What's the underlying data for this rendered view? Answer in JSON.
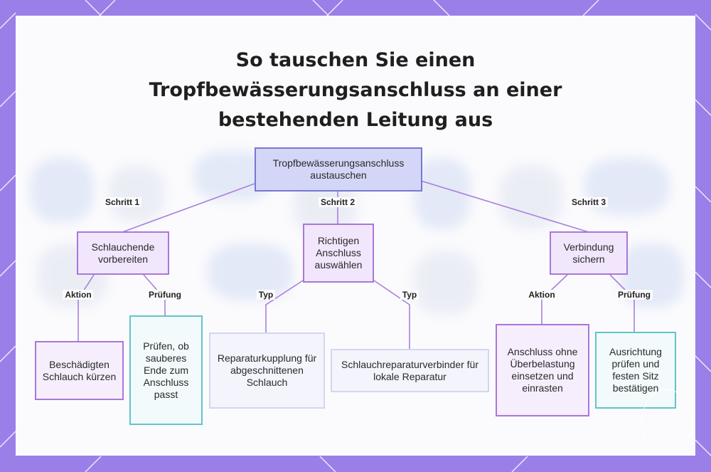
{
  "title": {
    "line1": "So tauschen Sie einen",
    "line2": "Tropfbewässerungsanschluss an einer",
    "line3": "bestehenden Leitung aus"
  },
  "nodes": {
    "root": "Tropfbewässerungsanschluss austauschen",
    "step1": "Schlauchende vorbereiten",
    "step2": "Richtigen Anschluss auswählen",
    "step3": "Verbindung sichern",
    "s1_action": "Beschädigten Schlauch kürzen",
    "s1_check": "Prüfen, ob sauberes Ende zum Anschluss passt",
    "s2_type_a": "Reparaturkupplung für abgeschnittenen Schlauch",
    "s2_type_b": "Schlauchreparaturverbinder für lokale Reparatur",
    "s3_action": "Anschluss ohne Überbelastung einsetzen und einrasten",
    "s3_check": "Ausrichtung prüfen und festen Sitz bestätigen"
  },
  "edge_labels": {
    "step1": "Schritt 1",
    "step2": "Schritt 2",
    "step3": "Schritt 3",
    "s1_action": "Aktion",
    "s1_check": "Prüfung",
    "s2_type_a": "Typ",
    "s2_type_b": "Typ",
    "s3_action": "Aktion",
    "s3_check": "Prüfung"
  },
  "colors": {
    "frame": "#9b7fe8",
    "root_fill": "#d3d6f7",
    "root_border": "#7678d4",
    "step_border": "#a977d9",
    "check_border": "#62c3cc",
    "edge": "#a97fdc"
  }
}
